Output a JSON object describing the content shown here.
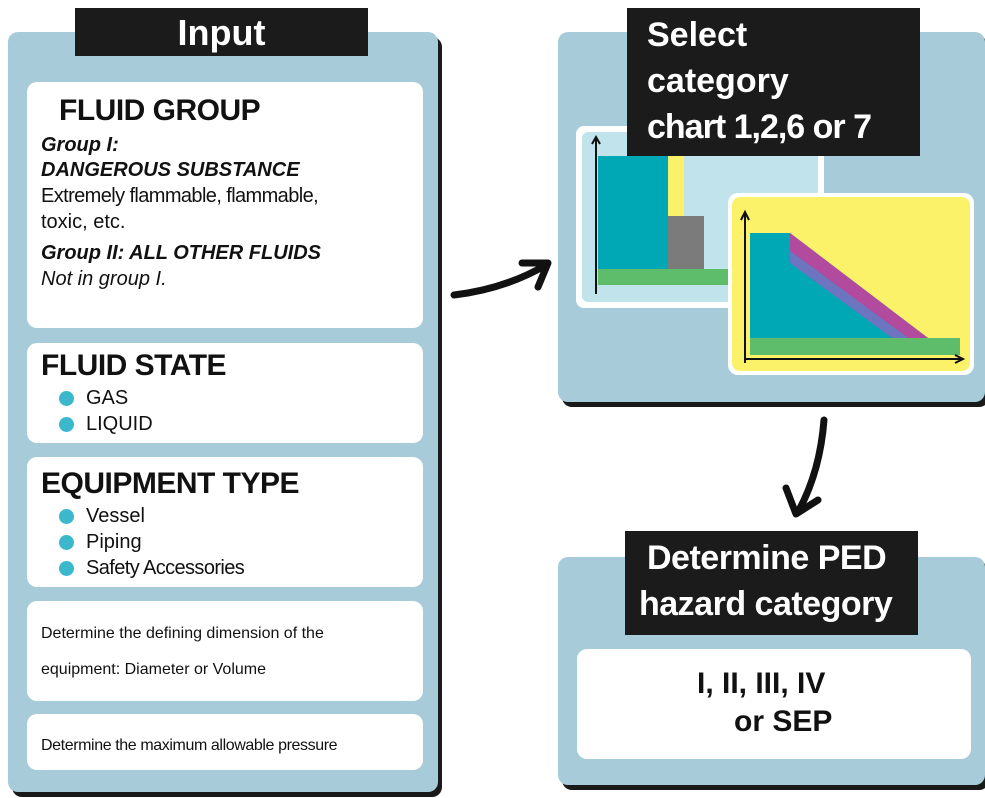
{
  "input_panel": {
    "title": "Input",
    "fluid_group": {
      "heading": "FLUID GROUP",
      "group1_label": "Group I:",
      "group1_name": "DANGEROUS SUBSTANCE",
      "group1_desc_line1": "Extremely flammable, flammable,",
      "group1_desc_line2": "toxic, etc.",
      "group2_label": "Group II: ALL OTHER FLUIDS",
      "group2_desc": "Not in group I."
    },
    "fluid_state": {
      "heading": "FLUID STATE",
      "items": [
        "GAS",
        "LIQUID"
      ]
    },
    "equipment_type": {
      "heading": "EQUIPMENT TYPE",
      "items": [
        "Vessel",
        "Piping",
        "Safety Accessories"
      ]
    },
    "dimension_text_line1": "Determine the defining dimension of the",
    "dimension_text_line2": "equipment: Diameter or Volume",
    "pressure_text": "Determine the maximum allowable pressure"
  },
  "select_panel": {
    "title_line1": "Select",
    "title_line2": "category",
    "title_line3": "chart 1,2,6 or 7"
  },
  "determine_panel": {
    "title_line1": "Determine PED",
    "title_line2": "hazard category",
    "result_line1": "I, II, III, IV",
    "result_line2": "or SEP"
  },
  "colors": {
    "panel": "#a7cbd9",
    "label_bg": "#1b1b1b",
    "bullet": "#3bb8cc",
    "teal": "#00a7b5",
    "green": "#5dbd6a",
    "yellow": "#fbf26a",
    "gray": "#7b7b7b",
    "purple": "#b24a9e",
    "lavender": "#6e75c0"
  }
}
